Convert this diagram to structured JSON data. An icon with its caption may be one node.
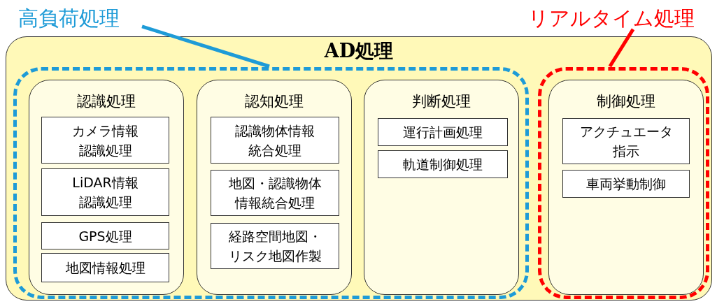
{
  "diagram": {
    "nodes": [
      {
        "text": [
          "高負荷処理"
        ]
      },
      {
        "text": [
          "リアルタイム処理"
        ]
      },
      {
        "text": [
          "AD処理"
        ]
      },
      {
        "text": [],
        "shape": "box",
        "in": 2
      },
      {
        "text": [
          "認識処理"
        ],
        "in": 3
      },
      {
        "text": [
          "カメラ情報認識処理"
        ],
        "in": 4
      },
      {
        "text": [
          "LiDAR情報認識処理"
        ],
        "in": 4
      },
      {
        "text": [
          "GPS処理"
        ],
        "in": 4
      },
      {
        "text": [
          "地図情報処理"
        ],
        "in": 4
      },
      {
        "text": [
          "認知処理"
        ],
        "in": 3
      },
      {
        "text": [
          "認識物体情報統合処理"
        ],
        "in": 9
      },
      {
        "text": [
          "地図・認識物体情報統合処理"
        ],
        "in": 9
      },
      {
        "text": [
          "経路空間地図・リスク地図作製"
        ],
        "in": 9
      },
      {
        "text": [
          "判断処理"
        ],
        "in": 3
      },
      {
        "text": [
          "運行計画処理"
        ],
        "in": 13
      },
      {
        "text": [
          "軌道制御処理"
        ],
        "in": 13
      },
      {
        "text": [],
        "shape": "box",
        "in": 2
      },
      {
        "text": [
          "制御処理"
        ],
        "in": 16
      },
      {
        "text": [
          "アクチュエータ指示"
        ],
        "in": 17
      },
      {
        "text": [
          "車両挙動制御"
        ],
        "in": 17
      }
    ],
    "edges": [
      {
        "from": 0,
        "to": 3,
        "arrow": "none",
        "color": "#1e9bd7"
      },
      {
        "from": 1,
        "to": 16,
        "arrow": "none",
        "color": "#ff0000"
      }
    ]
  }
}
